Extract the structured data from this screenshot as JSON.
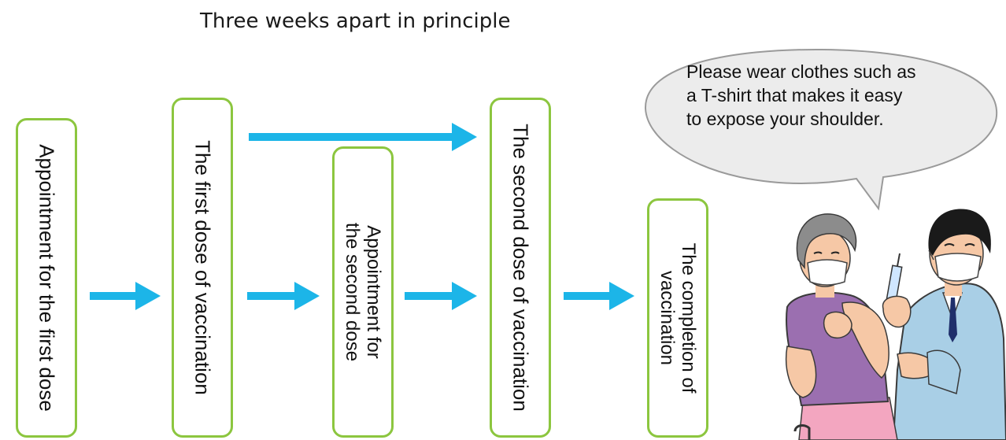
{
  "caption": "Three weeks apart in principle",
  "steps": [
    {
      "line1": "Appointment for the first dose",
      "line2": ""
    },
    {
      "line1": "The first dose of vaccination",
      "line2": ""
    },
    {
      "line1": "Appointment for",
      "line2": "the second dose"
    },
    {
      "line1": "The second dose of vaccination",
      "line2": ""
    },
    {
      "line1": "The completion of",
      "line2": "vaccination"
    }
  ],
  "speech": {
    "line1": "Please wear clothes such as",
    "line2": "a T-shirt that makes it easy",
    "line3": "to expose your shoulder."
  },
  "colors": {
    "box_border": "#8cc63f",
    "arrow": "#1cb5e8",
    "bubble_fill": "#ececec",
    "bubble_stroke": "#9a9a9a"
  },
  "icons": {
    "illustration": "doctor-vaccinating-elderly-patient"
  }
}
